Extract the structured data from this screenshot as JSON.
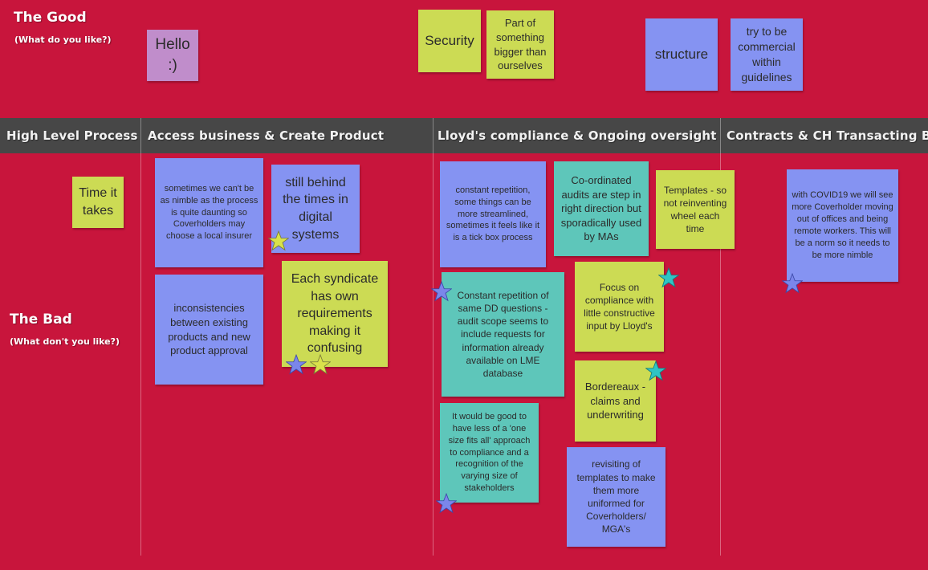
{
  "sections": {
    "good": {
      "title": "The Good",
      "subtitle": "(What do you like?)"
    },
    "bad": {
      "title": "The Bad",
      "subtitle": "(What don't you like?)"
    }
  },
  "header": {
    "row_label": "High Level  Process",
    "columns": [
      "Access business & Create Product",
      "Lloyd's compliance & Ongoing oversight",
      "Contracts & CH Transacting Busi"
    ]
  },
  "good_notes": {
    "hello": "Hello :)",
    "security": "Security",
    "part_of": "Part of something bigger than ourselves",
    "structure": "structure",
    "commercial": "try to be commercial within guidelines"
  },
  "bad_notes": {
    "time": "Time it takes",
    "nimble": "sometimes we can't be as nimble as the process is quite daunting so Coverholders may choose a local insurer",
    "behind": "still behind the times in digital systems",
    "inconsistencies": "inconsistencies between existing products and new product approval",
    "syndicate": "Each syndicate has own requirements making it confusing",
    "repetition": "constant repetition, some things can be more streamlined, sometimes it feels like it is a tick box process",
    "coordinated": "Co-ordinated audits are step in right direction but sporadically used by MAs",
    "templates": "Templates - so not reinventing wheel each time",
    "dd_questions": "Constant repetition of same DD questions - audit scope seems to include requests for information already available on LME database",
    "focus": "Focus on compliance with little constructive input by Lloyd's",
    "bordereaux": "Bordereaux - claims and underwriting",
    "one_size": "It would be good to have less of a 'one size fits all' approach to compliance and a recognition of the varying size of stakeholders",
    "revisiting": "revisiting of templates to make them more uniformed for Coverholders/ MGA's",
    "covid": "with COVID19 we will see more Coverholder moving out of offices and being remote workers.  This will be a norm so it needs to be more nimble"
  },
  "colors": {
    "background": "#c8153c",
    "header": "#474747",
    "yellow_note": "#ccdb54",
    "blue_note": "#8593f2",
    "teal_note": "#5ec6ba",
    "purple_note": "#c08dcb",
    "star_yellow": "#d9e24a",
    "star_blue": "#7b86ea",
    "star_teal": "#2fc4c4"
  }
}
